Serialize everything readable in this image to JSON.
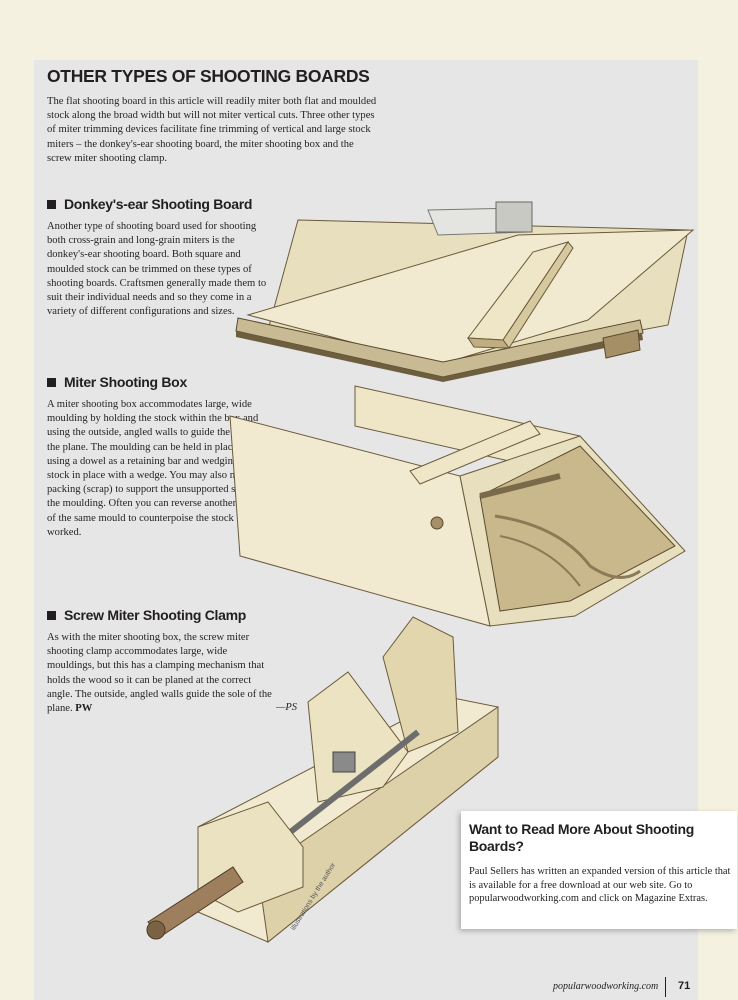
{
  "sidebar": {
    "title": "OTHER TYPES OF SHOOTING BOARDS",
    "intro": "The flat shooting board in this article will readily miter both flat and moulded stock along the broad width but will not miter vertical cuts. Three other types of miter trimming devices facilitate fine trimming of vertical and large stock miters – the donkey's-ear shooting board, the miter shooting box and the screw miter shooting clamp.",
    "sections": [
      {
        "heading": "Donkey's-ear Shooting Board",
        "body": "Another type of shooting board used for shooting both cross-grain and long-grain miters is the donkey's-ear shooting board. Both square and moulded stock can be trimmed on these types of shooting boards. Craftsmen generally made them to suit their individual needs and so they come in a variety of different configurations and sizes."
      },
      {
        "heading": "Miter Shooting Box",
        "body": "A miter shooting box accommodates large, wide moulding by holding the stock within the box and using the outside, angled walls to guide the sole of the plane. The moulding can be held in place by using a dowel as a retaining bar and wedging the stock in place with a wedge. You may also need a packing (scrap) to support the unsupported side of the moulding. Often you can reverse another piece of the same mould to counterpoise the stock being worked."
      },
      {
        "heading": "Screw Miter Shooting Clamp",
        "body": "As with the miter shooting box, the screw miter shooting clamp accommodates large, wide mouldings, but this has a clamping mechanism that holds the wood so it can be planed at the correct angle. The outside, angled walls guide the sole of the plane.",
        "endmark": "PW",
        "signature": "—PS"
      }
    ]
  },
  "illustration_credit": "illustrations by the author",
  "callout": {
    "title": "Want to Read More About Shooting Boards?",
    "body": "Paul Sellers has written an expanded version of this article that is available for a free download at our web site. Go to popularwoodworking.com and click on Magazine Extras."
  },
  "footer": {
    "url": "popularwoodworking.com",
    "page_number": "71"
  },
  "colors": {
    "page_background": "#f4f1e0",
    "sidebar_background": "#e6e6e6",
    "wood_light": "#f1ead0",
    "wood_shade": "#d9cda6",
    "wood_dark": "#8c7a56",
    "text": "#231f20"
  }
}
